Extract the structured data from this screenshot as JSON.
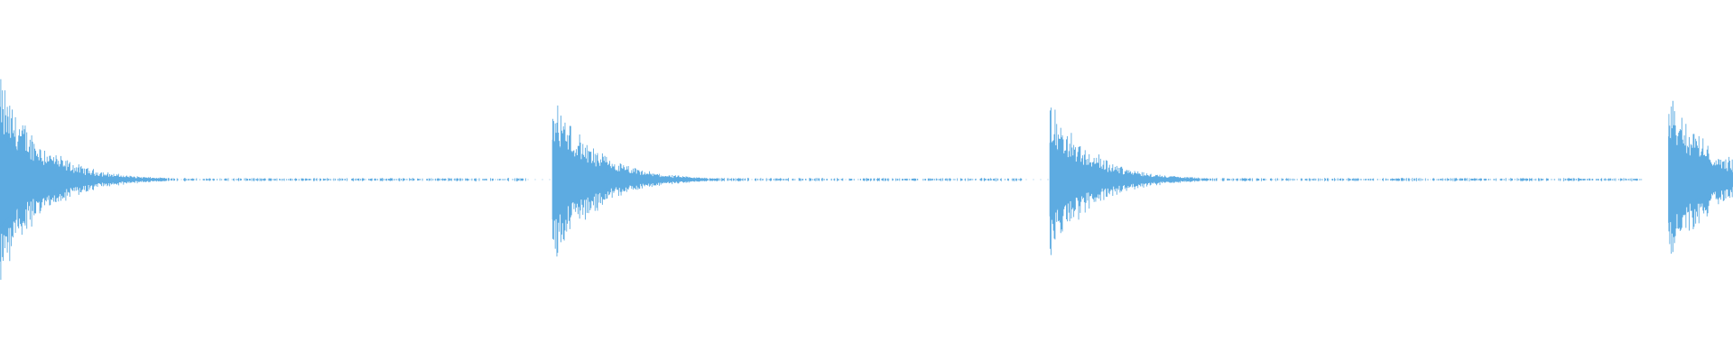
{
  "waveform": {
    "color": "#5dabe1",
    "background": "#ffffff",
    "tail_end_fraction": 0.94,
    "events": [
      {
        "onset_fraction": 0.0,
        "peak_amplitude": 0.74
      },
      {
        "onset_fraction": 0.319,
        "peak_amplitude": 0.62
      },
      {
        "onset_fraction": 0.606,
        "peak_amplitude": 0.57
      },
      {
        "onset_fraction": 0.963,
        "peak_amplitude": 0.67
      }
    ]
  }
}
